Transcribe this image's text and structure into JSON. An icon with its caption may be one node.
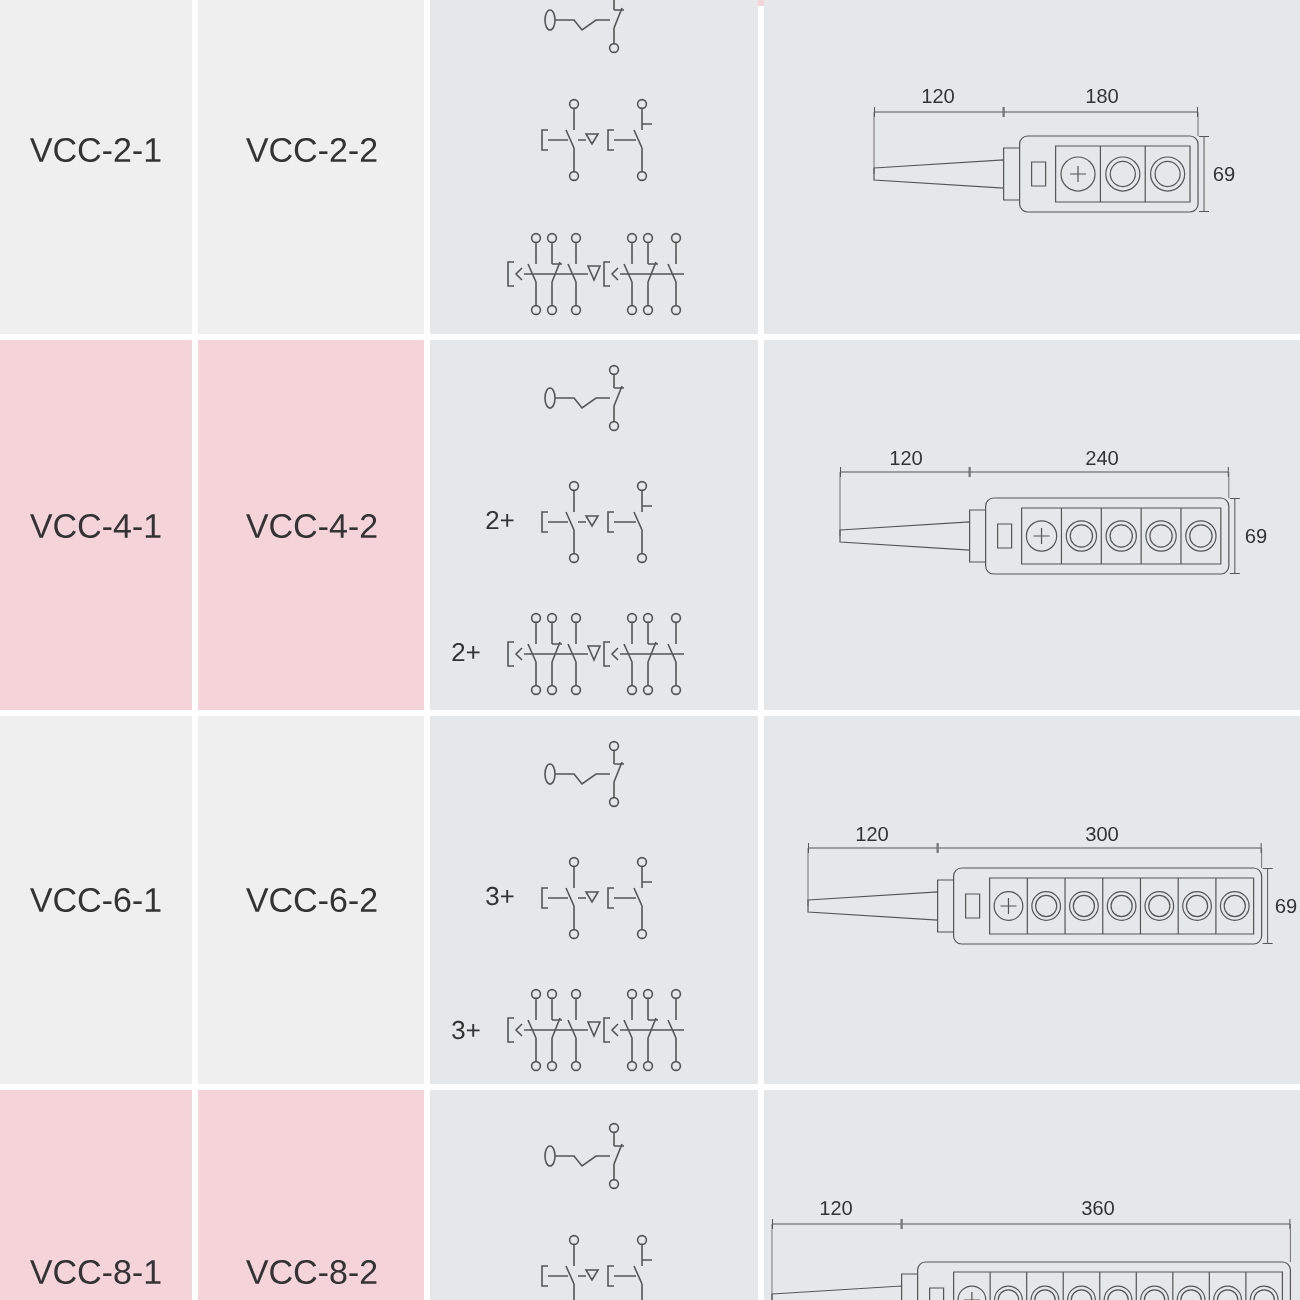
{
  "diagram": {
    "labels": [
      "VCC-2-1",
      "VCC-2-2",
      "120",
      "180",
      "69",
      "VCC-4-1",
      "VCC-4-2",
      "2+",
      "2+",
      "120",
      "240",
      "69",
      "VCC-6-1",
      "VCC-6-2",
      "3+",
      "3+",
      "120",
      "300",
      "69",
      "VCC-8-1",
      "VCC-8-2",
      "120",
      "360"
    ]
  }
}
